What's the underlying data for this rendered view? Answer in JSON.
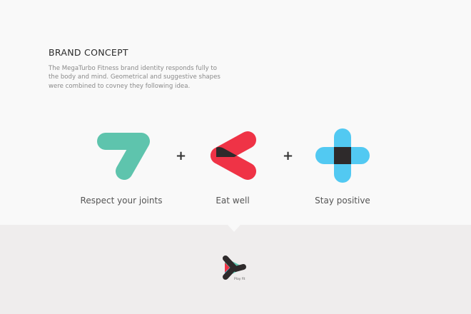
{
  "heading": "BRAND CONCEPT",
  "description": "The MegaTurbo Fitness brand identity responds fully to the body and mind. Geometrical and suggestive shapes were combined to covney they following idea.",
  "concepts": [
    {
      "label": "Respect your joints",
      "icon": "seven-shape-icon",
      "color": "#5ec4ad"
    },
    {
      "label": "Eat well",
      "icon": "chevron-left-shape-icon",
      "color": "#ef3346"
    },
    {
      "label": "Stay positive",
      "icon": "plus-shape-icon",
      "color": "#52c9f2"
    }
  ],
  "operators": [
    "+",
    "+"
  ],
  "logo": {
    "caption": "Play fit"
  },
  "colors": {
    "dark": "#2e2a2b",
    "background_top": "#f9f9f9",
    "background_bottom": "#efeded"
  }
}
